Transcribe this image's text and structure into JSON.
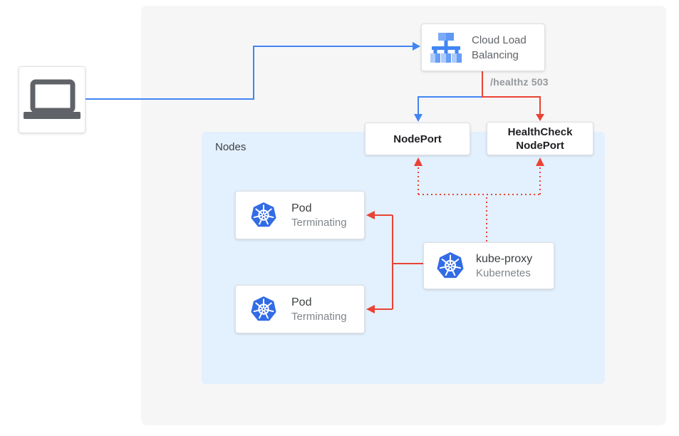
{
  "colors": {
    "blue": "#4285f4",
    "red": "#e94335",
    "panel_gray": "#f6f6f6",
    "panel_blue": "#e3f0fd",
    "box_border": "#dfe1e5",
    "text_dark": "#3c4043",
    "text_black": "#202124",
    "text_gray": "#80868b",
    "text_gray2": "#5f6368",
    "healthz_gray": "#94989d",
    "k8s_blue": "#326ce5",
    "laptop_gray": "#5f6368",
    "clb_pale": "#aecbfa",
    "clb_light": "#7caaf7",
    "clb_medium": "#5e97f6",
    "clb_mid": "#669df6",
    "clb_dark": "#4285f4"
  },
  "diagram": {
    "panels": {
      "nodes_label": "Nodes"
    },
    "clb": {
      "line1": "Cloud Load",
      "line2": "Balancing"
    },
    "healthz_label": "/healthz 503",
    "nodeport": {
      "label": "NodePort"
    },
    "healthcheck_nodeport": {
      "line1": "HealthCheck",
      "line2": "NodePort"
    },
    "pods": [
      {
        "title": "Pod",
        "subtitle": "Terminating"
      },
      {
        "title": "Pod",
        "subtitle": "Terminating"
      }
    ],
    "kube_proxy": {
      "title": "kube-proxy",
      "subtitle": "Kubernetes"
    }
  }
}
